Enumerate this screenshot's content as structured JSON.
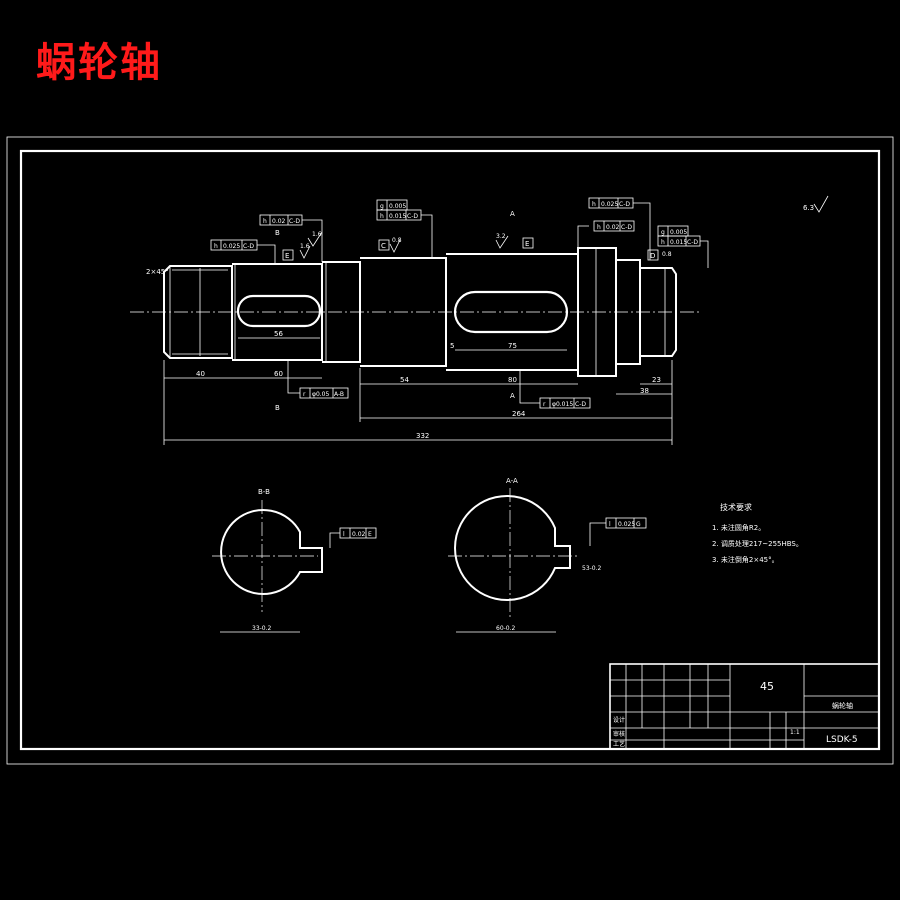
{
  "title": "蜗轮轴",
  "sections": {
    "bb_label": "B-B",
    "aa_label": "A-A",
    "bb_dim": "33-0.2",
    "aa_dim": "60-0.2",
    "bb_tol_sym": "l",
    "bb_tol_val": "0.02",
    "bb_tol_ref": "E",
    "aa_tol_sym": "l",
    "aa_tol_val": "0.025",
    "aa_tol_ref": "G",
    "aa_key_dim": "53-0.2"
  },
  "dimensions": {
    "overall": "332",
    "main_span": "264",
    "seg_40": "40",
    "seg_60": "60",
    "seg_54": "54",
    "seg_80": "80",
    "seg_23": "23",
    "seg_38": "38",
    "keyway_56": "56",
    "keyway_75": "75",
    "seg_5": "5"
  },
  "tolerances": {
    "t1_sym": "h",
    "t1_val": "0.02",
    "t1_ref": "C-D",
    "t2_sym": "h",
    "t2_val": "0.025",
    "t2_ref": "C-D",
    "t3_sym": "g",
    "t3_val": "0.005",
    "t4_sym": "h",
    "t4_val": "0.015",
    "t4_ref": "C-D",
    "t5_sym": "h",
    "t5_val": "0.025",
    "t5_ref": "C-D",
    "t6_sym": "h",
    "t6_val": "0.02",
    "t6_ref": "C-D",
    "t7_sym": "g",
    "t7_val": "0.005",
    "t8_sym": "h",
    "t8_val": "0.015",
    "t8_ref": "C-D",
    "b1_sym": "r",
    "b1_val": "φ0.05",
    "b1_ref": "A-B",
    "b2_sym": "r",
    "b2_val": "φ0.015",
    "b2_ref": "C-D"
  },
  "datums": {
    "c": "C",
    "d": "D",
    "e": "E",
    "e2": "E"
  },
  "view_markers": {
    "a": "A",
    "b": "B"
  },
  "roughness": {
    "r1": "1.6",
    "r2": "3.2",
    "r3": "0.8",
    "r4": "1.6",
    "r5": "0.8",
    "other": "6.3"
  },
  "chamfer": "2×45°",
  "tech_requirements": {
    "heading": "技术要求",
    "items": [
      "1. 未注圆角R2。",
      "2. 调质处理217~255HBS。",
      "3. 未注倒角2×45°。"
    ]
  },
  "title_block": {
    "material": "45",
    "part_name": "蜗轮轴",
    "drawing_no": "LSDK-5",
    "scale": "1:1",
    "designer_label": "设计",
    "review_label": "审核",
    "process_label": "工艺"
  }
}
